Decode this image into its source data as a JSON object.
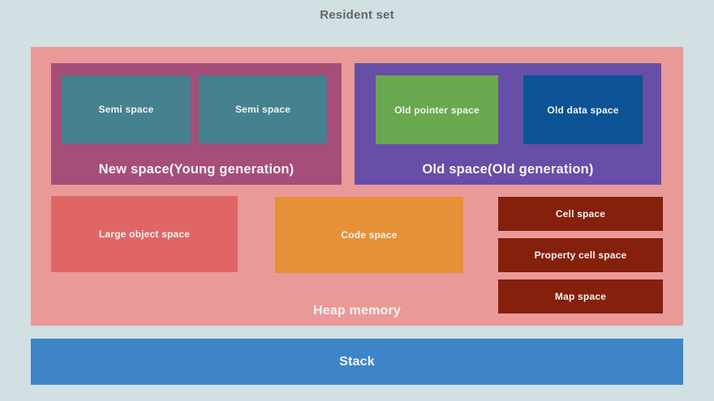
{
  "title": "Resident set",
  "colors": {
    "background": "#d0e0e3",
    "heap": "#ea9999",
    "new_space": "#a64d79",
    "semi_space": "#45818e",
    "old_space": "#674ea7",
    "old_pointer_space": "#6aa84f",
    "old_data_space": "#0b5394",
    "large_object_space": "#e06666",
    "code_space": "#e69138",
    "cell_boxes": "#85200c",
    "stack": "#3d85c6",
    "title_text": "#666666",
    "label_text": "#f3f3f3"
  },
  "heap": {
    "label": "Heap memory",
    "new_space": {
      "label": "New space(Young generation)",
      "children": [
        "Semi space",
        "Semi space"
      ]
    },
    "old_space": {
      "label": "Old space(Old generation)",
      "children": [
        "Old pointer space",
        "Old data space"
      ]
    },
    "large_object_space": "Large object space",
    "code_space": "Code space",
    "cell_space": "Cell space",
    "property_cell_space": "Property cell space",
    "map_space": "Map space"
  },
  "stack": {
    "label": "Stack"
  }
}
